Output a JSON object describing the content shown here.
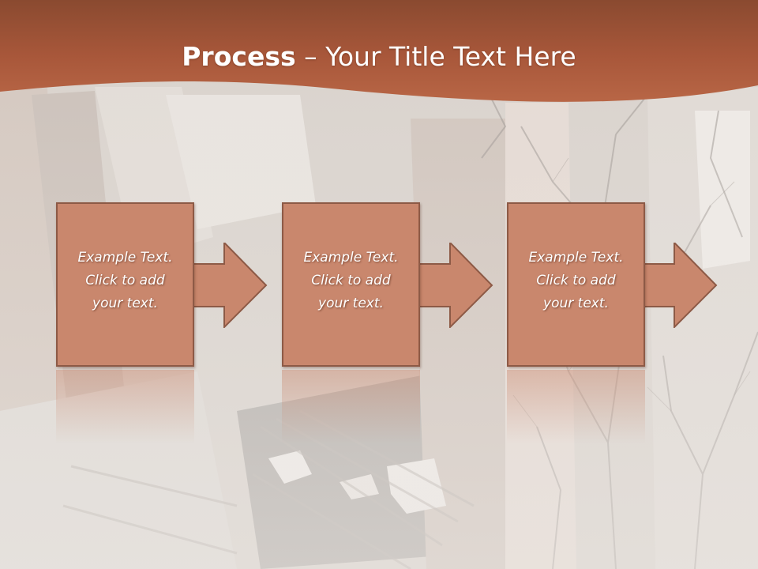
{
  "slide": {
    "title_bold": "Process",
    "title_rest": " – Your Title Text Here",
    "steps": [
      {
        "line1": "Example Text.",
        "line2": "Click  to add",
        "line3": "your text."
      },
      {
        "line1": "Example Text.",
        "line2": "Click  to add",
        "line3": "your text."
      },
      {
        "line1": "Example Text.",
        "line2": "Click  to add",
        "line3": "your text."
      }
    ]
  },
  "colors": {
    "header_band": "#a8573a",
    "step_fill": "#c9876d",
    "step_border": "#8d5a46",
    "text": "#ffffff"
  }
}
